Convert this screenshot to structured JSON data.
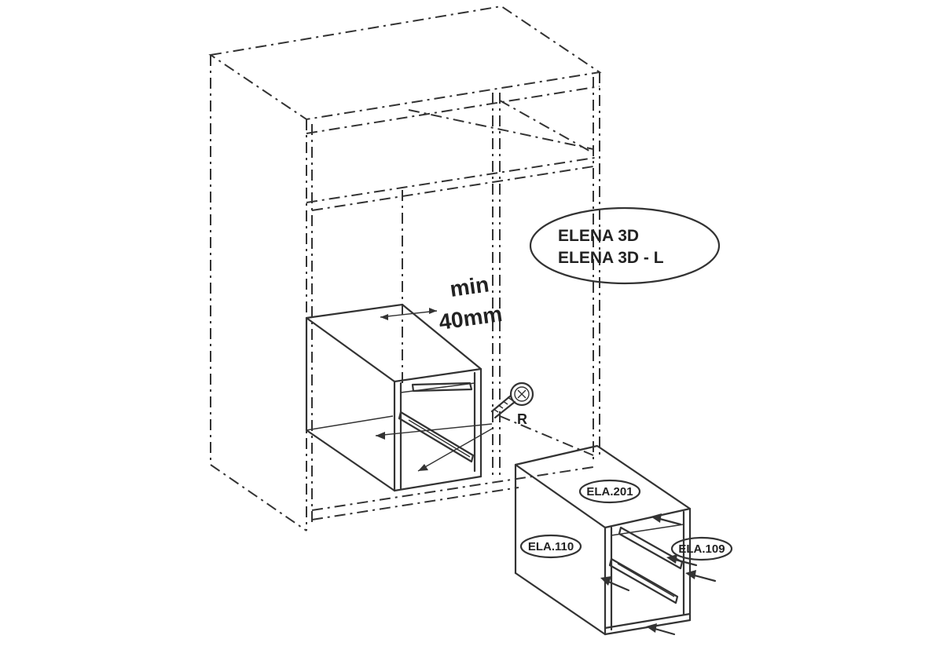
{
  "model_names": [
    "ELENA 3D",
    "ELENA 3D - L"
  ],
  "clearance": {
    "line1": "min",
    "line2": "40mm"
  },
  "screw_label": "R",
  "part_codes": {
    "top": "ELA.201",
    "side": "ELA.110",
    "front": "ELA.109"
  }
}
